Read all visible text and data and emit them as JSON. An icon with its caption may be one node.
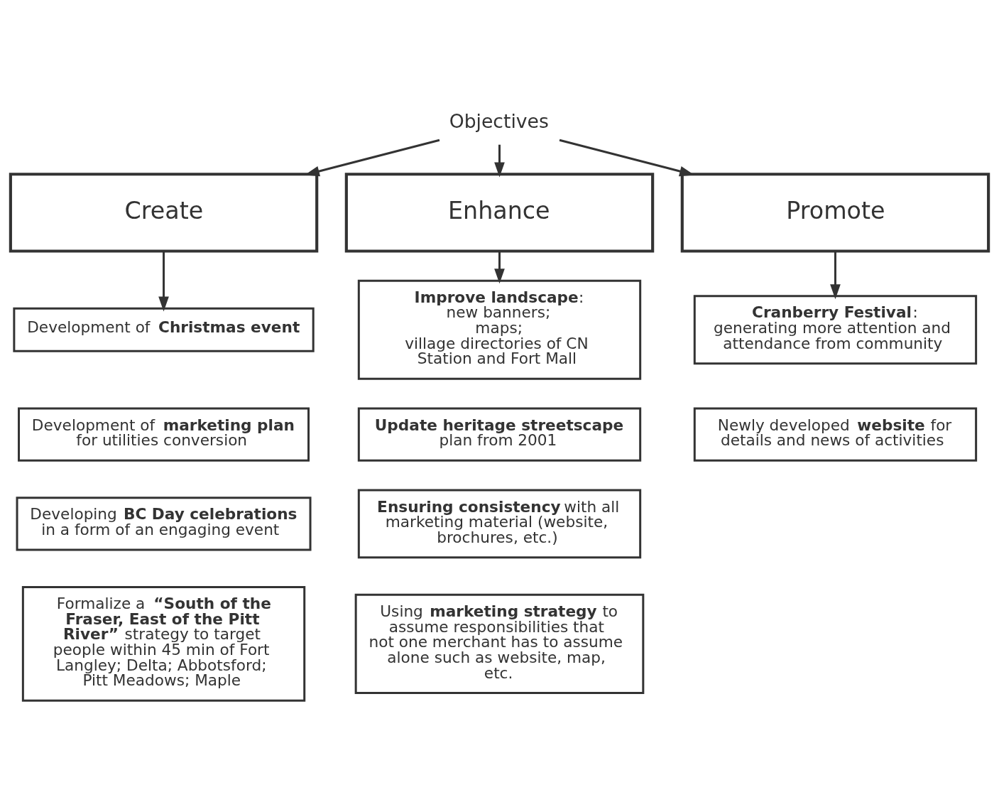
{
  "diagram": {
    "nodes": [
      {
        "text": [
          "Objectives"
        ]
      },
      {
        "text": [
          "Create"
        ]
      },
      {
        "text": [
          "Enhance"
        ]
      },
      {
        "text": [
          "Promote"
        ]
      },
      {
        "text": [
          "Development of **Christmas event**"
        ]
      },
      {
        "text": [
          "Development of **marketing plan** for utilities conversion"
        ]
      },
      {
        "text": [
          "Developing **BC Day celebrations** in a form of an engaging event"
        ]
      },
      {
        "text": [
          "Formalize a **“South of the Fraser, East of the Pitt River”** strategy to target people within 45 min of Fort Langley; Delta; Abbotsford; Pitt Meadows; Maple"
        ]
      },
      {
        "text": [
          "**Improve landscape**:",
          "new banners;",
          "maps;",
          "village directories of CN Station and Fort Mall"
        ]
      },
      {
        "text": [
          "**Update heritage streetscape** plan from 2001"
        ]
      },
      {
        "text": [
          "**Ensuring consistency** with all marketing material (website, brochures, etc.)"
        ]
      },
      {
        "text": [
          "Using **marketing strategy** to assume responsibilities that not one merchant has to assume alone such as website, map, etc."
        ]
      },
      {
        "text": [
          "**Cranberry Festival**:",
          "generating more attention and attendance from community"
        ]
      },
      {
        "text": [
          "Newly developed **website** for details and news of activities"
        ]
      }
    ],
    "edges": [
      {
        "from": 0,
        "to": 1,
        "arrow": "to"
      },
      {
        "from": 0,
        "to": 2,
        "arrow": "to"
      },
      {
        "from": 0,
        "to": 3,
        "arrow": "to"
      },
      {
        "from": 1,
        "to": 4,
        "arrow": "to"
      },
      {
        "from": 2,
        "to": 8,
        "arrow": "to"
      },
      {
        "from": 3,
        "to": 12,
        "arrow": "to"
      }
    ]
  }
}
